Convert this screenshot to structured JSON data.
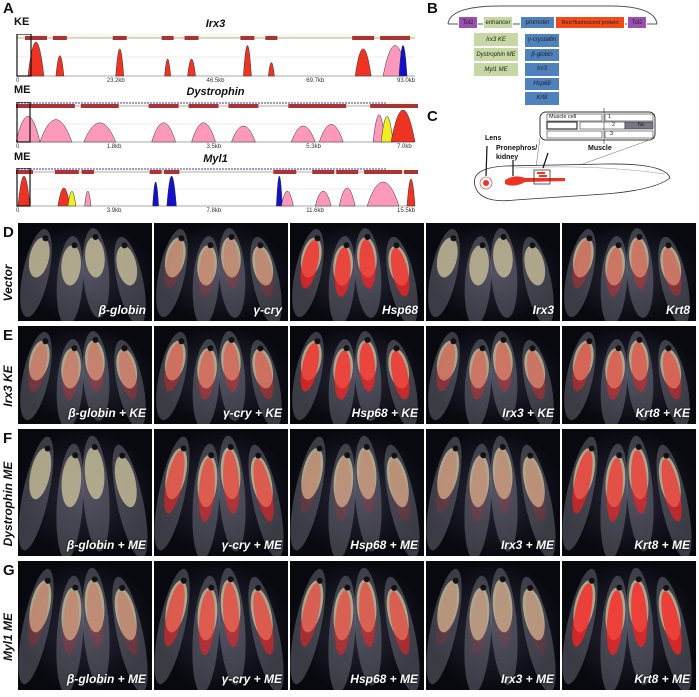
{
  "panels": {
    "A": "A",
    "B": "B",
    "C": "C",
    "D": "D",
    "E": "E",
    "F": "F",
    "G": "G"
  },
  "panel_a": {
    "tracks": [
      {
        "title": "Irx3",
        "element": "KE",
        "ticks": [
          "0",
          "23.2kb",
          "46.5kb",
          "69.7kb",
          "93.0kb"
        ]
      },
      {
        "title": "Dystrophin",
        "element": "ME",
        "ticks": [
          "0",
          "1.8kb",
          "3.5kb",
          "5.3kb",
          "7.0kb"
        ]
      },
      {
        "title": "Myl1",
        "element": "ME",
        "ticks": [
          "0",
          "3.9kb",
          "7.8kb",
          "11.6kb",
          "15.5kb"
        ]
      }
    ]
  },
  "panel_b": {
    "construct": [
      "Tol2",
      "enhancer",
      "promoter",
      "Red fluorescent protein",
      "Tol2"
    ],
    "enhancers": [
      "Irx3 KE",
      "Dystrophin ME",
      "Myl1 ME"
    ],
    "promoters": [
      "γ-crystallin",
      "β-globin",
      "Irx3",
      "Hsp68",
      "Krt8"
    ],
    "colors": {
      "tol2": "#9b4fb0",
      "enhancer": "#c6d9a4",
      "promoter": "#4f81bd",
      "rfp": "#f04a1a"
    }
  },
  "panel_c": {
    "labels": {
      "lens": "Lens",
      "kidney": "Pronephros/ kidney",
      "muscle": "Muscle",
      "muscle_cell": "Muscle cell",
      "nc": "Nc",
      "n1": "1",
      "n2": "2",
      "n3": "3"
    }
  },
  "rows": [
    {
      "label": "Vector",
      "cells": [
        "β-globin",
        "γ-cry",
        "Hsp68",
        "Irx3",
        "Krt8"
      ]
    },
    {
      "label": "Irx3 KE",
      "cells": [
        "β-globin + KE",
        "γ-cry + KE",
        "Hsp68 + KE",
        "Irx3 + KE",
        "Krt8 + KE"
      ]
    },
    {
      "label": "Dystrophin ME",
      "cells": [
        "β-globin + ME",
        "γ-cry + ME",
        "Hsp68 + ME",
        "Irx3 + ME",
        "Krt8 + ME"
      ]
    },
    {
      "label": "Myl1 ME",
      "cells": [
        "β-globin + ME",
        "γ-cry + ME",
        "Hsp68 + ME",
        "Irx3 + ME",
        "Krt8 + ME"
      ]
    }
  ]
}
